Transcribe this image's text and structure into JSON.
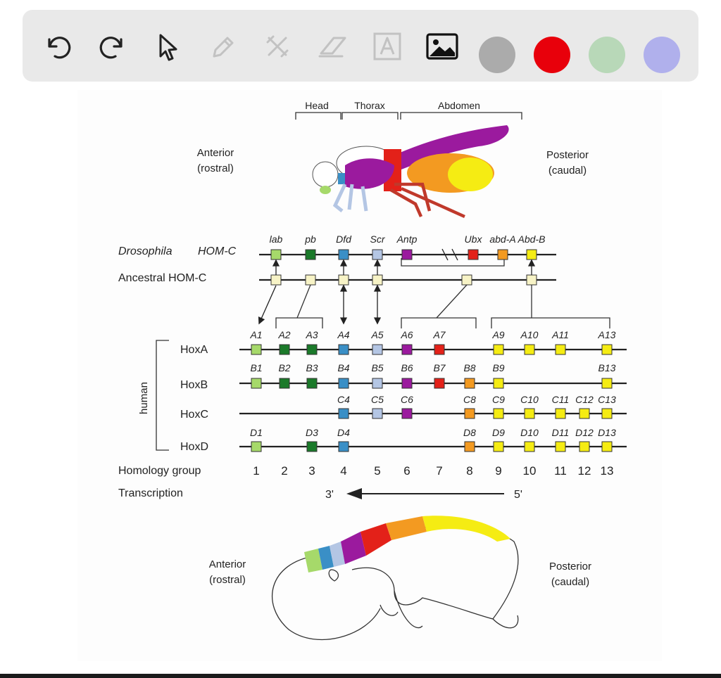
{
  "toolbar": {
    "tools": [
      {
        "name": "undo",
        "icon": "undo-icon"
      },
      {
        "name": "redo",
        "icon": "redo-icon"
      },
      {
        "name": "select",
        "icon": "cursor-icon"
      },
      {
        "name": "pen",
        "icon": "pen-icon"
      },
      {
        "name": "tools",
        "icon": "wrench-icon"
      },
      {
        "name": "eraser",
        "icon": "eraser-icon"
      },
      {
        "name": "text",
        "icon": "text-icon"
      },
      {
        "name": "image",
        "icon": "image-icon"
      }
    ],
    "colors": [
      "#ababab",
      "#e8000b",
      "#b8d8b8",
      "#b0b0ec"
    ]
  },
  "figure": {
    "segments": {
      "head": "Head",
      "thorax": "Thorax",
      "abdomen": "Abdomen"
    },
    "fly": {
      "anterior": "Anterior",
      "anterior_sub": "(rostral)",
      "posterior": "Posterior",
      "posterior_sub": "(caudal)"
    },
    "embryo": {
      "anterior": "Anterior",
      "anterior_sub": "(rostral)",
      "posterior": "Posterior",
      "posterior_sub": "(caudal)"
    },
    "drosophila_label": "Drosophila",
    "homc_label": "HOM-C",
    "ancestral_label": "Ancestral HOM-C",
    "fly_genes": [
      "lab",
      "pb",
      "Dfd",
      "Scr",
      "Antp",
      "Ubx",
      "abd-A",
      "Abd-B"
    ],
    "clusters": [
      "HoxA",
      "HoxB",
      "HoxC",
      "HoxD"
    ],
    "human_label": "human",
    "hoxa_genes": [
      "A1",
      "A2",
      "A3",
      "A4",
      "A5",
      "A6",
      "A7",
      "A9",
      "A10",
      "A11",
      "A13"
    ],
    "hoxb_genes": [
      "B1",
      "B2",
      "B3",
      "B4",
      "B5",
      "B6",
      "B7",
      "B8",
      "B9",
      "B13"
    ],
    "hoxc_genes": [
      "C4",
      "C5",
      "C6",
      "C8",
      "C9",
      "C10",
      "C11",
      "C12",
      "C13"
    ],
    "hoxd_genes": [
      "D1",
      "D3",
      "D4",
      "D8",
      "D9",
      "D10",
      "D11",
      "D12",
      "D13"
    ],
    "homology_label": "Homology group",
    "homology_groups": [
      "1",
      "2",
      "3",
      "4",
      "5",
      "6",
      "7",
      "8",
      "9",
      "10",
      "11",
      "12",
      "13"
    ],
    "transcription_label": "Transcription",
    "three_prime": "3'",
    "five_prime": "5'",
    "gene_colors": {
      "g1": "#a6d96a",
      "g2": "#1b7a2a",
      "g3": "#1b7a2a",
      "g4": "#3a8fc6",
      "g5": "#b4c6e4",
      "g6": "#9b1a9e",
      "g7": "#e32119",
      "g8": "#f39a21",
      "g9": "#f5ec13",
      "anc": "#f7f3c6"
    }
  }
}
